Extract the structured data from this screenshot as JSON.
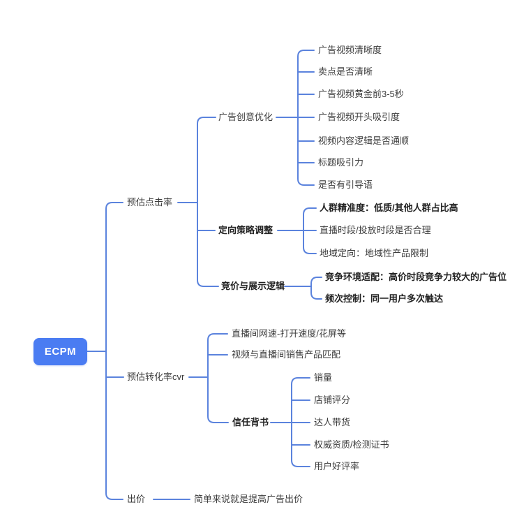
{
  "mindmap": {
    "root": {
      "label": "ECPM"
    },
    "branches": [
      {
        "label": "预估点击率",
        "children": [
          {
            "label": "广告创意优化",
            "children": [
              {
                "label": "广告视频清晰度"
              },
              {
                "label": "卖点是否清晰"
              },
              {
                "label": "广告视频黄金前3-5秒"
              },
              {
                "label": "广告视频开头吸引度"
              },
              {
                "label": "视频内容逻辑是否通顺"
              },
              {
                "label": "标题吸引力"
              },
              {
                "label": "是否有引导语"
              }
            ]
          },
          {
            "label": "定向策略调整",
            "emphasis": true,
            "children": [
              {
                "label": "人群精准度：低质/其他人群占比高",
                "emphasis": true
              },
              {
                "label": "直播时段/投放时段是否合理"
              },
              {
                "label": "地域定向：地域性产品限制"
              }
            ]
          },
          {
            "label": "竞价与展示逻辑",
            "emphasis": true,
            "children": [
              {
                "label": "竞争环境适配：高价时段竞争力较大的广告位",
                "emphasis": true
              },
              {
                "label": "频次控制：同一用户多次触达",
                "emphasis": true
              }
            ]
          }
        ]
      },
      {
        "label": "预估转化率cvr",
        "children": [
          {
            "label": "直播间网速-打开速度/花屏等"
          },
          {
            "label": "视频与直播间销售产品匹配"
          },
          {
            "label": "信任背书",
            "emphasis": true,
            "children": [
              {
                "label": "销量"
              },
              {
                "label": "店铺评分"
              },
              {
                "label": "达人带货"
              },
              {
                "label": "权威资质/检测证书"
              },
              {
                "label": "用户好评率"
              }
            ]
          }
        ]
      },
      {
        "label": "出价",
        "children": [
          {
            "label": "简单来说就是提高广告出价"
          }
        ]
      }
    ],
    "colors": {
      "root_fill": "#4a7cf2",
      "root_text": "#ffffff",
      "connector": "#5b83dd",
      "text": "#3c3c3c",
      "emphasis_text": "#222222"
    }
  }
}
